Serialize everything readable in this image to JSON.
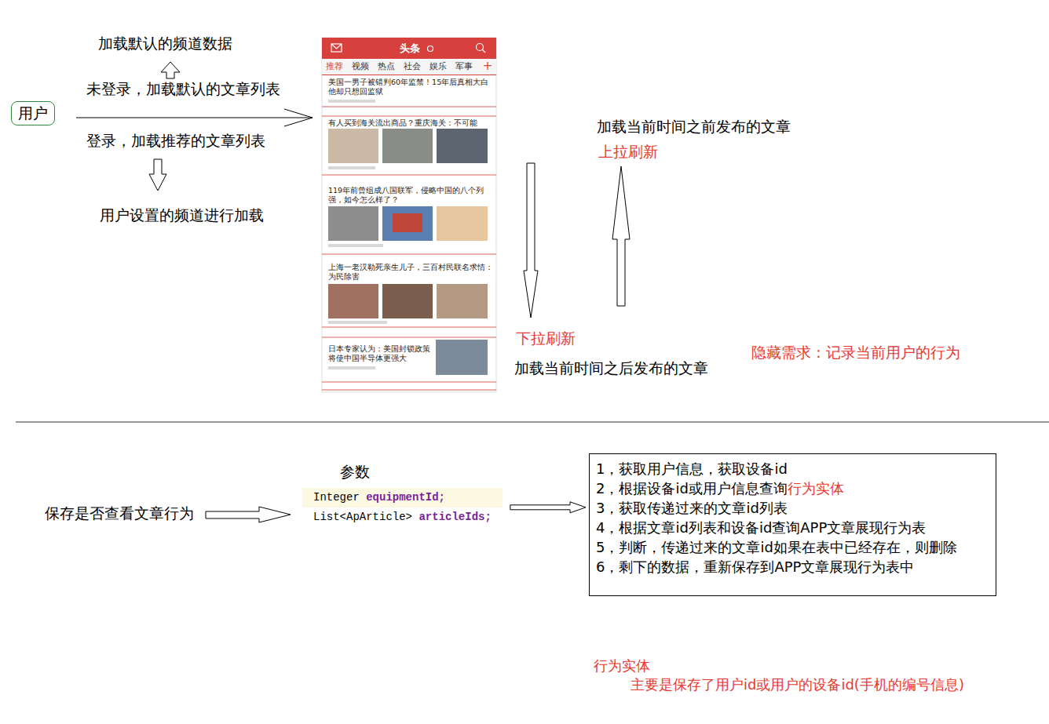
{
  "diagram": {
    "nodes": [
      {
        "text": [
          "用户"
        ]
      },
      {
        "text": [
          "参数",
          "Integer",
          "equipmentId;",
          "List<ApArticle>",
          "articleIds;"
        ]
      },
      {
        "text": [
          "1，获取用户信息，获取设备id",
          "2，根据设备id或用户信息查询",
          "行为实体",
          "3，获取传递过来的文章id列表",
          "4，根据文章id列表和设备id查询APP文章展现行为表",
          "5，判断，传递过来的文章id如果在表中已经存在，则删除",
          "6，剩下的数据，重新保存到APP文章展现行为表中"
        ]
      }
    ],
    "edges": [
      {
        "from": 1,
        "to": 2,
        "arrow": "to"
      }
    ],
    "labels": [
      "加载默认的频道数据",
      "未登录，加载默认的文章列表",
      "登录，加载推荐的文章列表",
      "用户设置的频道进行加载",
      "头条",
      "推荐",
      "视频",
      "热点",
      "社会",
      "娱乐",
      "军事",
      "+",
      "美国一男子被错判60年监禁！15年后真相大白 他却只想回监狱",
      "有人买到海关流出商品？重庆海关：不可能",
      "119年前曾组成八国联军，侵略中国的八个列强，如今怎么样了？",
      "上海一老汉勒死亲生儿子，三百村民联名求情：为民除害",
      "日本专家认为：美国封锁政策将使中国半导体更强大",
      "加载当前时间之前发布的文章",
      "上拉刷新",
      "下拉刷新",
      "加载当前时间之后发布的文章",
      "隐藏需求：记录当前用户的行为",
      "保存是否查看文章行为",
      "行为实体",
      "主要是保存了用户id或用户的设备id(手机的编号信息)"
    ]
  }
}
